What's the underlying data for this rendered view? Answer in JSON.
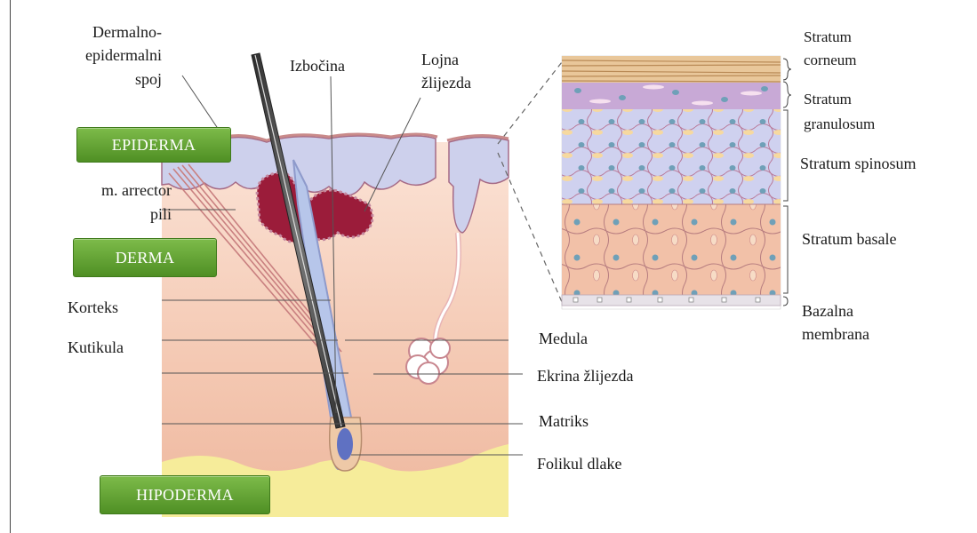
{
  "layers": {
    "epiderma": "EPIDERMA",
    "derma": "DERMA",
    "hipoderma": "HIPODERMA"
  },
  "labels": {
    "dermalno_1": "Dermalno-",
    "dermalno_2": "epidermalni",
    "dermalno_3": "spoj",
    "izbocina": "Izbočina",
    "lojna_1": "Lojna",
    "lojna_2": "žlijezda",
    "arrector_1": "m. arrector",
    "arrector_2": "pili",
    "korteks": "Korteks",
    "kutikula": "Kutikula",
    "medula": "Medula",
    "ekrina": "Ekrina žlijezda",
    "matriks": "Matriks",
    "folikul": "Folikul dlake"
  },
  "strata": {
    "corneum_1": "Stratum",
    "corneum_2": "corneum",
    "granulosum_1": "Stratum",
    "granulosum_2": "granulosum",
    "spinosum": "Stratum spinosum",
    "basale": "Stratum basale",
    "bazalna_1": "Bazalna",
    "bazalna_2": "membrana"
  },
  "colors": {
    "badge_green": "#5a9a2c",
    "dermis": "#f3c9b3",
    "hypodermis_fat": "#f6ec9a",
    "epidermis": "#c9cdeb",
    "sebaceous": "#9b1c3a"
  }
}
